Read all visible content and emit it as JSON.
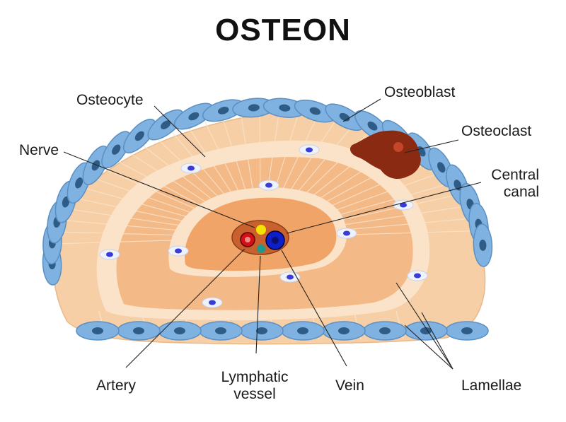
{
  "title": "OSTEON",
  "labels": {
    "osteocyte": "Osteocyte",
    "osteoblast": "Osteoblast",
    "osteoclast": "Osteoclast",
    "nerve": "Nerve",
    "central_canal_line1": "Central",
    "central_canal_line2": "canal",
    "artery": "Artery",
    "lymphatic_line1": "Lymphatic",
    "lymphatic_line2": "vessel",
    "vein": "Vein",
    "lamellae": "Lamellae"
  },
  "colors": {
    "bone_outer": "#f6cfa6",
    "bone_mid": "#f3b987",
    "bone_inner": "#f0a468",
    "membrane": "#fbe3c9",
    "cell_fill": "#7fb2e0",
    "cell_edge": "#5a8fc4",
    "nucleus": "#2f5c86",
    "osteocyte_nucleus": "#3b3bd8",
    "osteoclast": "#8b2a13",
    "canal": "#c8612e",
    "artery": "#d40f16",
    "vein": "#0f1fc8",
    "nerve": "#f2e400",
    "lymph": "#1d9a8c",
    "line": "#222222"
  }
}
